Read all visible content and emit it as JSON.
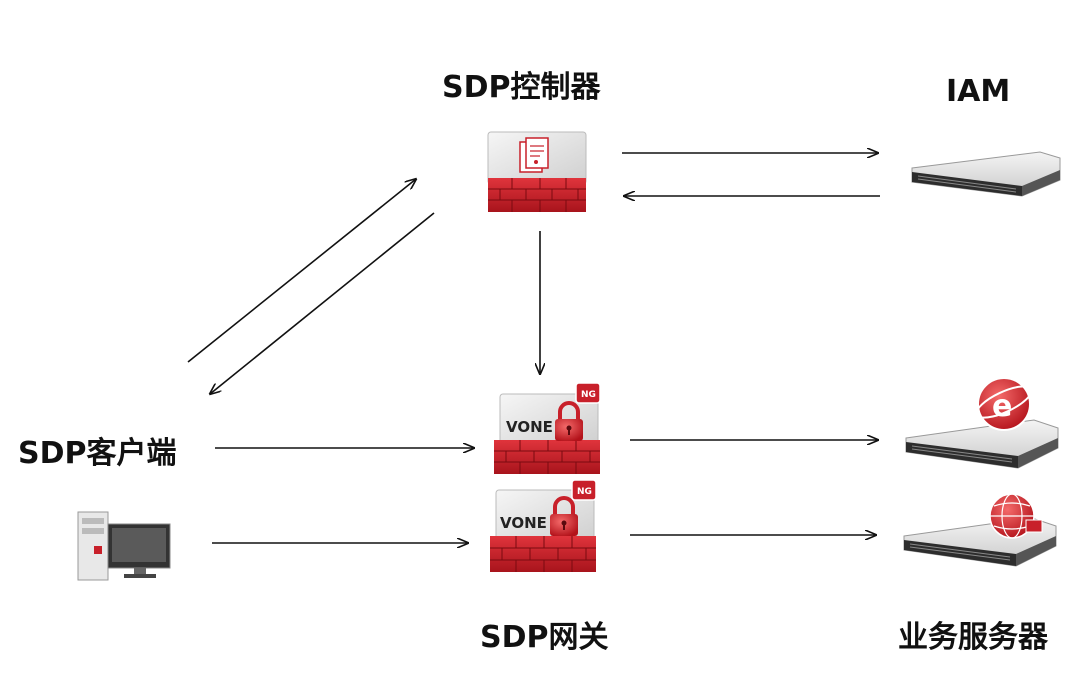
{
  "labels": {
    "controller": "SDP控制器",
    "iam": "IAM",
    "client": "SDP客户端",
    "gateway": "SDP网关",
    "business_servers": "业务服务器"
  },
  "gateway_boxes": [
    {
      "brand": "VONE",
      "badge": "NG"
    },
    {
      "brand": "VONE",
      "badge": "NG"
    }
  ],
  "colors": {
    "firewall_red": "#c8202a",
    "arrow": "#111111",
    "server_dark": "#333333",
    "server_light": "#e6e6e6"
  }
}
